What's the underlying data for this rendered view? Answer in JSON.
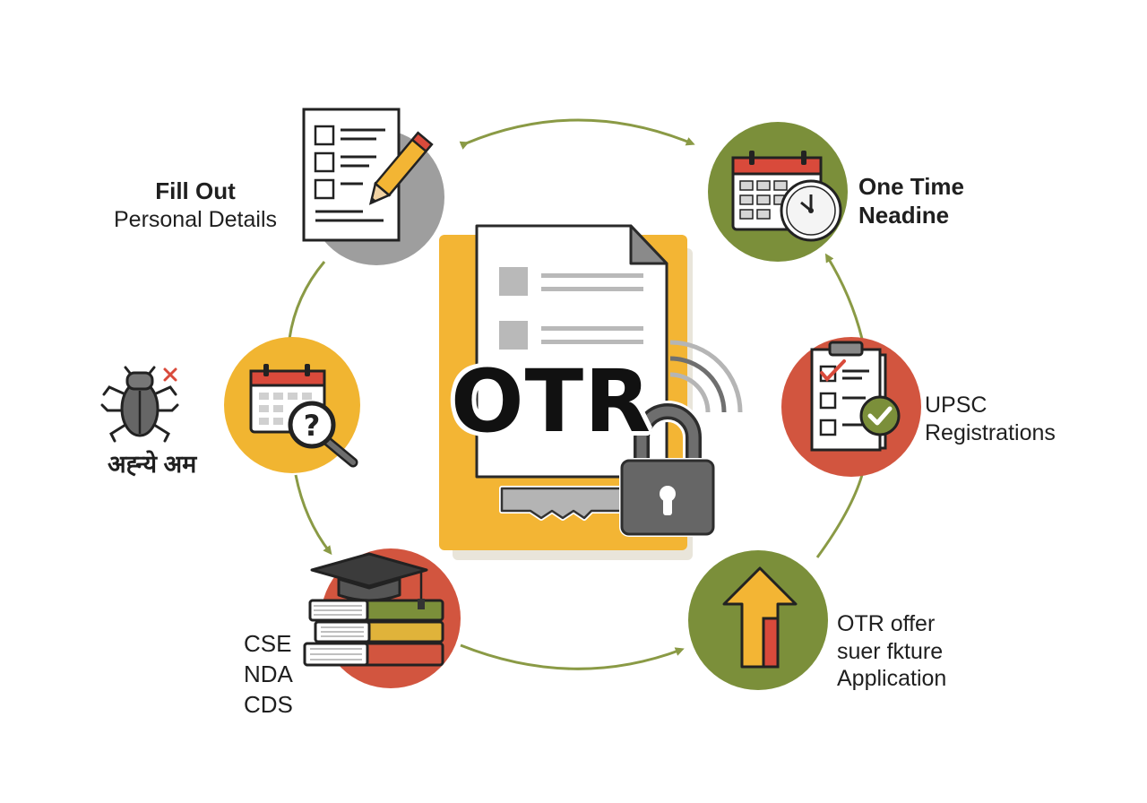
{
  "center": {
    "title": "OTR"
  },
  "nodes": {
    "fill_out": {
      "line1": "Fill Out",
      "line2": "Personal Details",
      "color": "#9e9e9e"
    },
    "one_time": {
      "line1": "One Time",
      "line2": "Neadine",
      "color": "#7b8f3a"
    },
    "upsc": {
      "line1": "UPSC",
      "line2": "Registrations",
      "color": "#d2553f"
    },
    "otr_offer": {
      "line1": "OTR offer",
      "line2": "suer fkture",
      "line3": "Application",
      "color": "#7b8f3a"
    },
    "exams": {
      "line1": "CSE",
      "line2": "NDA",
      "line3": "CDS",
      "color": "#d2553f"
    },
    "hindi": {
      "line1": "अह्न्ये अम",
      "color": "#f1b531"
    }
  },
  "colors": {
    "folder": "#f3b534",
    "arrow": "#8a9a45",
    "dark": "#3a3a3a",
    "red": "#d94a3b"
  },
  "icons": [
    "document-pencil-icon",
    "calendar-clock-icon",
    "clipboard-check-icon",
    "arrow-up-icon",
    "graduation-books-icon",
    "calendar-search-icon",
    "bug-icon",
    "padlock-icon",
    "key-icon"
  ]
}
